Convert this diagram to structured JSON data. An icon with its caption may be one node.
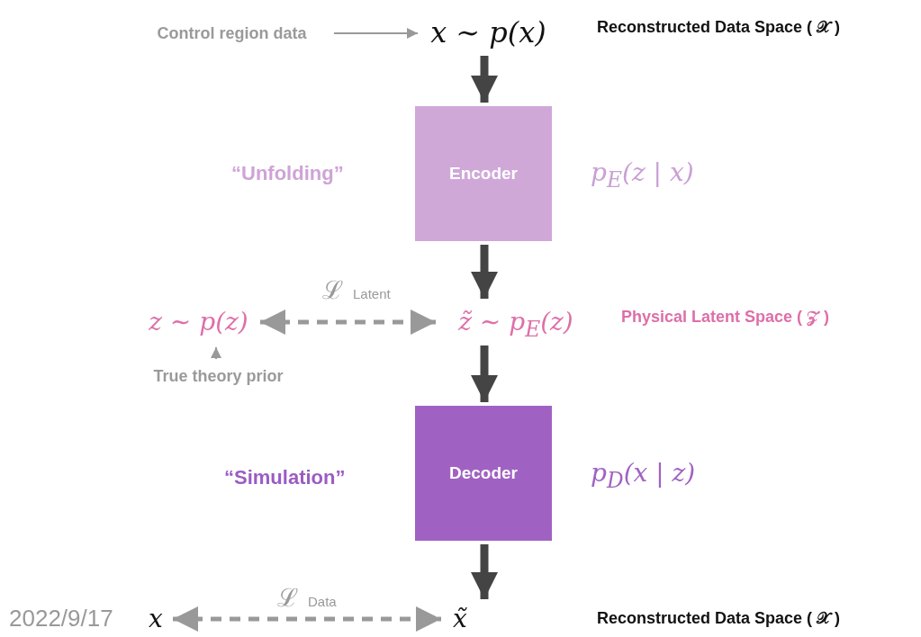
{
  "diagram": {
    "nodes": [
      {
        "text": [
          "Control region data"
        ]
      },
      {
        "text": [
          "x ∼ p(x)"
        ]
      },
      {
        "text": [
          "Encoder"
        ]
      },
      {
        "text": [
          "z̃ ∼ p$_{E}$(z)"
        ]
      },
      {
        "text": [
          "Decoder"
        ]
      },
      {
        "text": [
          "x̃"
        ]
      },
      {
        "text": [
          "z ∼ p(z)"
        ]
      },
      {
        "text": [
          "True theory prior"
        ]
      },
      {
        "text": [
          "x"
        ]
      }
    ],
    "edges": [
      {
        "from": 0,
        "to": 1,
        "arrow": "to"
      },
      {
        "from": 1,
        "to": 2,
        "arrow": "to",
        "style": "thick",
        "color": "#444444"
      },
      {
        "from": 2,
        "to": 3,
        "arrow": "to",
        "style": "thick",
        "color": "#444444"
      },
      {
        "from": 3,
        "to": 4,
        "arrow": "to",
        "style": "thick",
        "color": "#444444"
      },
      {
        "from": 4,
        "to": 5,
        "arrow": "to",
        "style": "thick",
        "color": "#444444"
      },
      {
        "from": 6,
        "to": 3,
        "arrow": "both",
        "label": "ℒ $_{Latent}$",
        "style": "dashed"
      },
      {
        "from": 7,
        "to": 6,
        "arrow": "to"
      },
      {
        "from": 8,
        "to": 5,
        "arrow": "both",
        "label": "ℒ $_{Data}$",
        "style": "dashed"
      }
    ],
    "labels": [
      "Reconstructed Data Space ( 𝒳 )",
      "“Unfolding”",
      "p$_{E}$(z | x)",
      "Physical Latent Space ( 𝒵 )",
      "“Simulation”",
      "p$_{D}$(x | z)",
      "2022/9/17",
      "Reconstructed Data Space ( 𝒳 )"
    ]
  }
}
